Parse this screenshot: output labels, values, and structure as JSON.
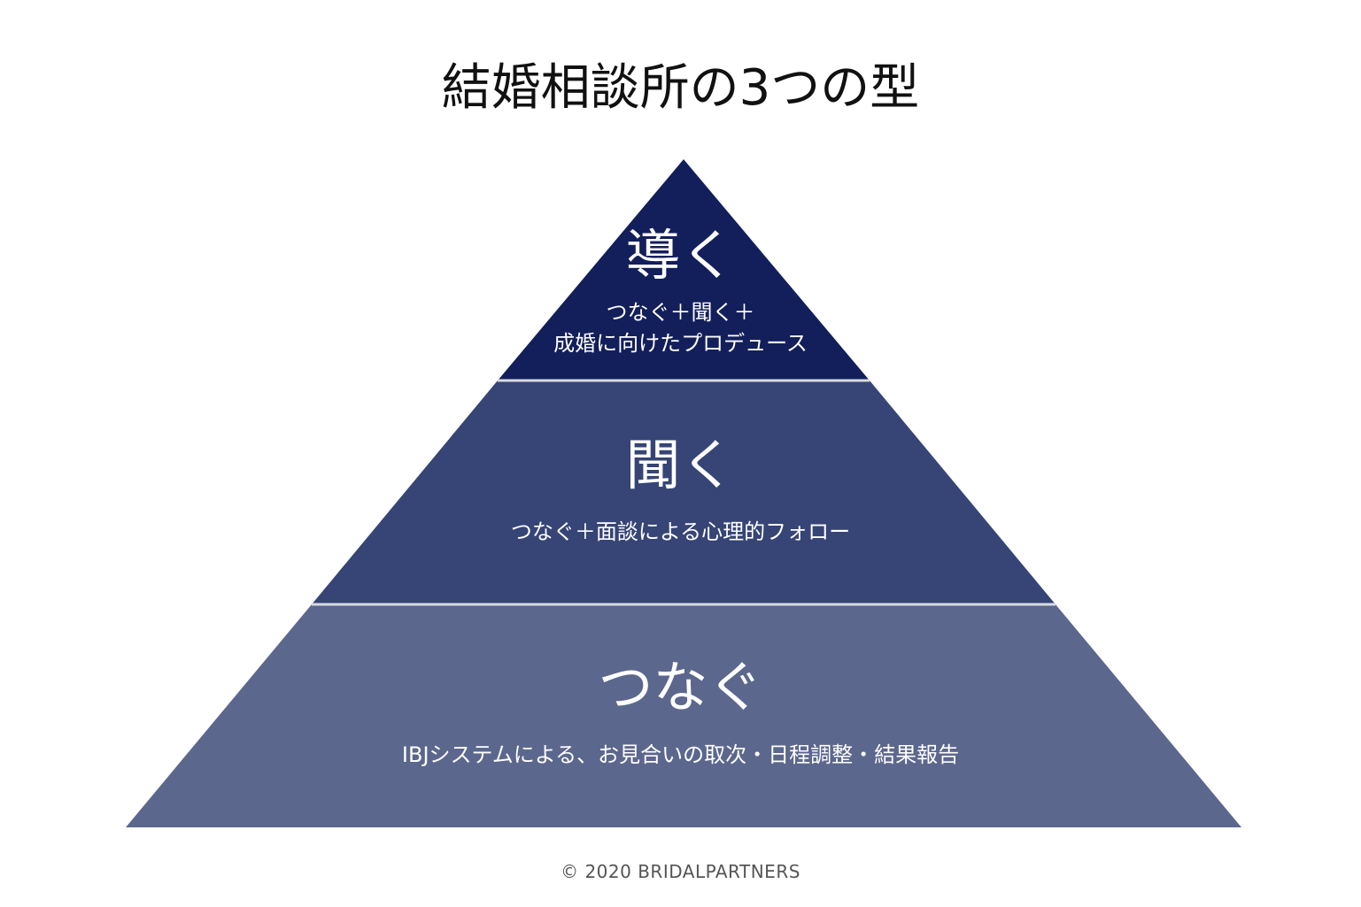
{
  "title": "結婚相談所の3つの型",
  "tiers": [
    {
      "heading": "導く",
      "desc_line1": "つなぐ＋聞く＋",
      "desc_line2": "成婚に向けたプロデュース",
      "color": "#131f5a"
    },
    {
      "heading": "聞く",
      "desc_line1": "つなぐ＋面談による心理的フォロー",
      "color": "#364575"
    },
    {
      "heading": "つなぐ",
      "desc_line1": "IBJシステムによる、お見合いの取次・日程調整・結果報告",
      "color": "#5c678d"
    }
  ],
  "footer": "© 2020 BRIDALPARTNERS"
}
